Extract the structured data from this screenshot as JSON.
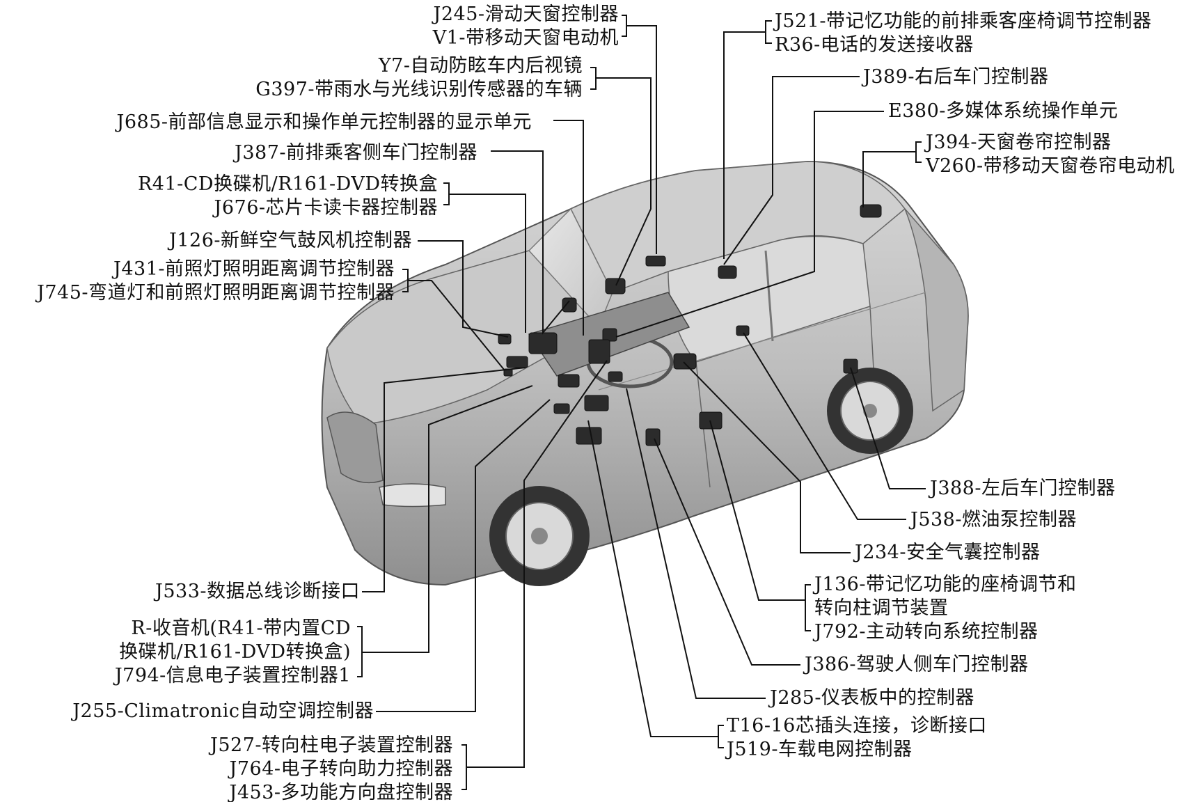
{
  "labels_left": [
    {
      "id": "J245",
      "lines": [
        "J245-滑动天窗控制器",
        "V1-带移动天窗电动机"
      ]
    },
    {
      "id": "Y7",
      "lines": [
        "Y7-自动防眩车内后视镜",
        "G397-带雨水与光线识别传感器的车辆"
      ]
    },
    {
      "id": "J685",
      "lines": [
        "J685-前部信息显示和操作单元控制器的显示单元"
      ]
    },
    {
      "id": "J387",
      "lines": [
        "J387-前排乘客侧车门控制器"
      ]
    },
    {
      "id": "R41",
      "lines": [
        "R41-CD换碟机/R161-DVD转换盒",
        "J676-芯片卡读卡器控制器"
      ]
    },
    {
      "id": "J126",
      "lines": [
        "J126-新鲜空气鼓风机控制器"
      ]
    },
    {
      "id": "J431",
      "lines": [
        "J431-前照灯照明距离调节控制器",
        "J745-弯道灯和前照灯照明距离调节控制器"
      ]
    },
    {
      "id": "J533",
      "lines": [
        "J533-数据总线诊断接口"
      ]
    },
    {
      "id": "R",
      "lines": [
        "R-收音机(R41-带内置CD",
        "换碟机/R161-DVD转换盒)",
        "J794-信息电子装置控制器1"
      ]
    },
    {
      "id": "J255",
      "lines": [
        "J255-Climatronic自动空调控制器"
      ]
    },
    {
      "id": "J527",
      "lines": [
        "J527-转向柱电子装置控制器",
        "J764-电子转向助力控制器",
        "J453-多功能方向盘控制器"
      ]
    }
  ],
  "labels_right": [
    {
      "id": "J521",
      "lines": [
        "J521-带记忆功能的前排乘客座椅调节控制器",
        "R36-电话的发送接收器"
      ]
    },
    {
      "id": "J389",
      "lines": [
        "J389-右后车门控制器"
      ]
    },
    {
      "id": "E380",
      "lines": [
        "E380-多媒体系统操作单元"
      ]
    },
    {
      "id": "J394",
      "lines": [
        "J394-天窗卷帘控制器",
        "V260-带移动天窗卷帘电动机"
      ]
    },
    {
      "id": "J388",
      "lines": [
        "J388-左后车门控制器"
      ]
    },
    {
      "id": "J538",
      "lines": [
        "J538-燃油泵控制器"
      ]
    },
    {
      "id": "J234",
      "lines": [
        "J234-安全气囊控制器"
      ]
    },
    {
      "id": "J136",
      "lines": [
        "J136-带记忆功能的座椅调节和",
        "转向柱调节装置",
        "J792-主动转向系统控制器"
      ]
    },
    {
      "id": "J386",
      "lines": [
        "J386-驾驶人侧车门控制器"
      ]
    },
    {
      "id": "J285",
      "lines": [
        "J285-仪表板中的控制器"
      ]
    },
    {
      "id": "T16",
      "lines": [
        "T16-16芯插头连接，诊断接口",
        "J519-车载电网控制器"
      ]
    }
  ]
}
